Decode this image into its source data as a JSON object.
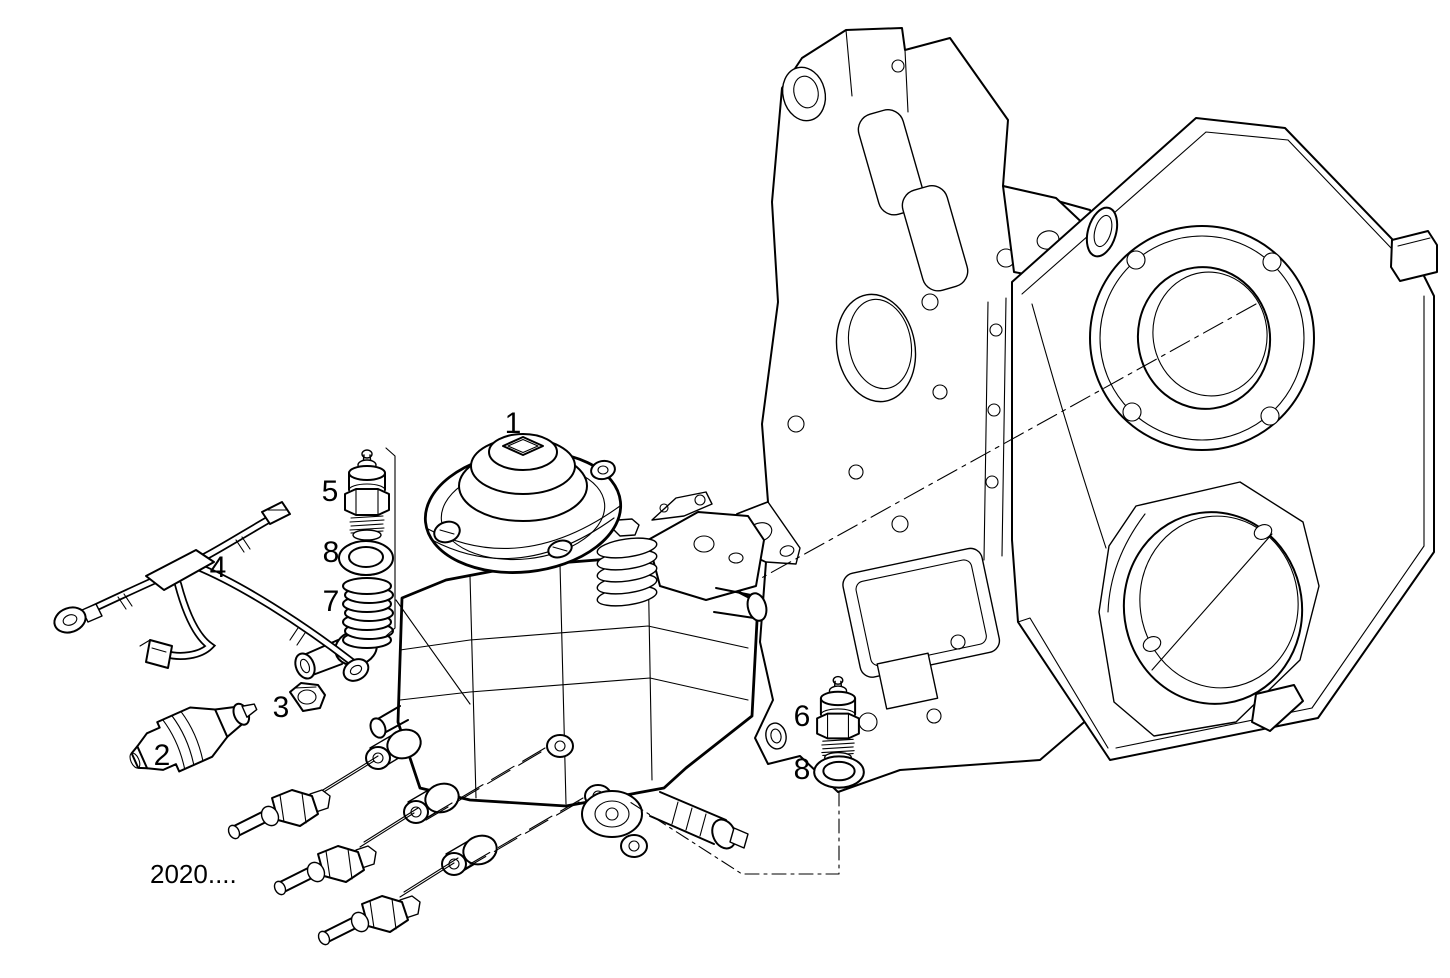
{
  "figure": {
    "type": "exploded-parts-diagram",
    "subject": "fuel-injection-pump-on-timing-gear-housing",
    "background_color": "#ffffff",
    "line_color": "#000000"
  },
  "callouts": [
    {
      "id": "1",
      "label": "1"
    },
    {
      "id": "2",
      "label": "2"
    },
    {
      "id": "3",
      "label": "3"
    },
    {
      "id": "4",
      "label": "4"
    },
    {
      "id": "5",
      "label": "5"
    },
    {
      "id": "6",
      "label": "6"
    },
    {
      "id": "7",
      "label": "7"
    },
    {
      "id": "8-left",
      "label": "8"
    },
    {
      "id": "8-right",
      "label": "8"
    }
  ],
  "part_number_label": {
    "label": "2020...."
  }
}
